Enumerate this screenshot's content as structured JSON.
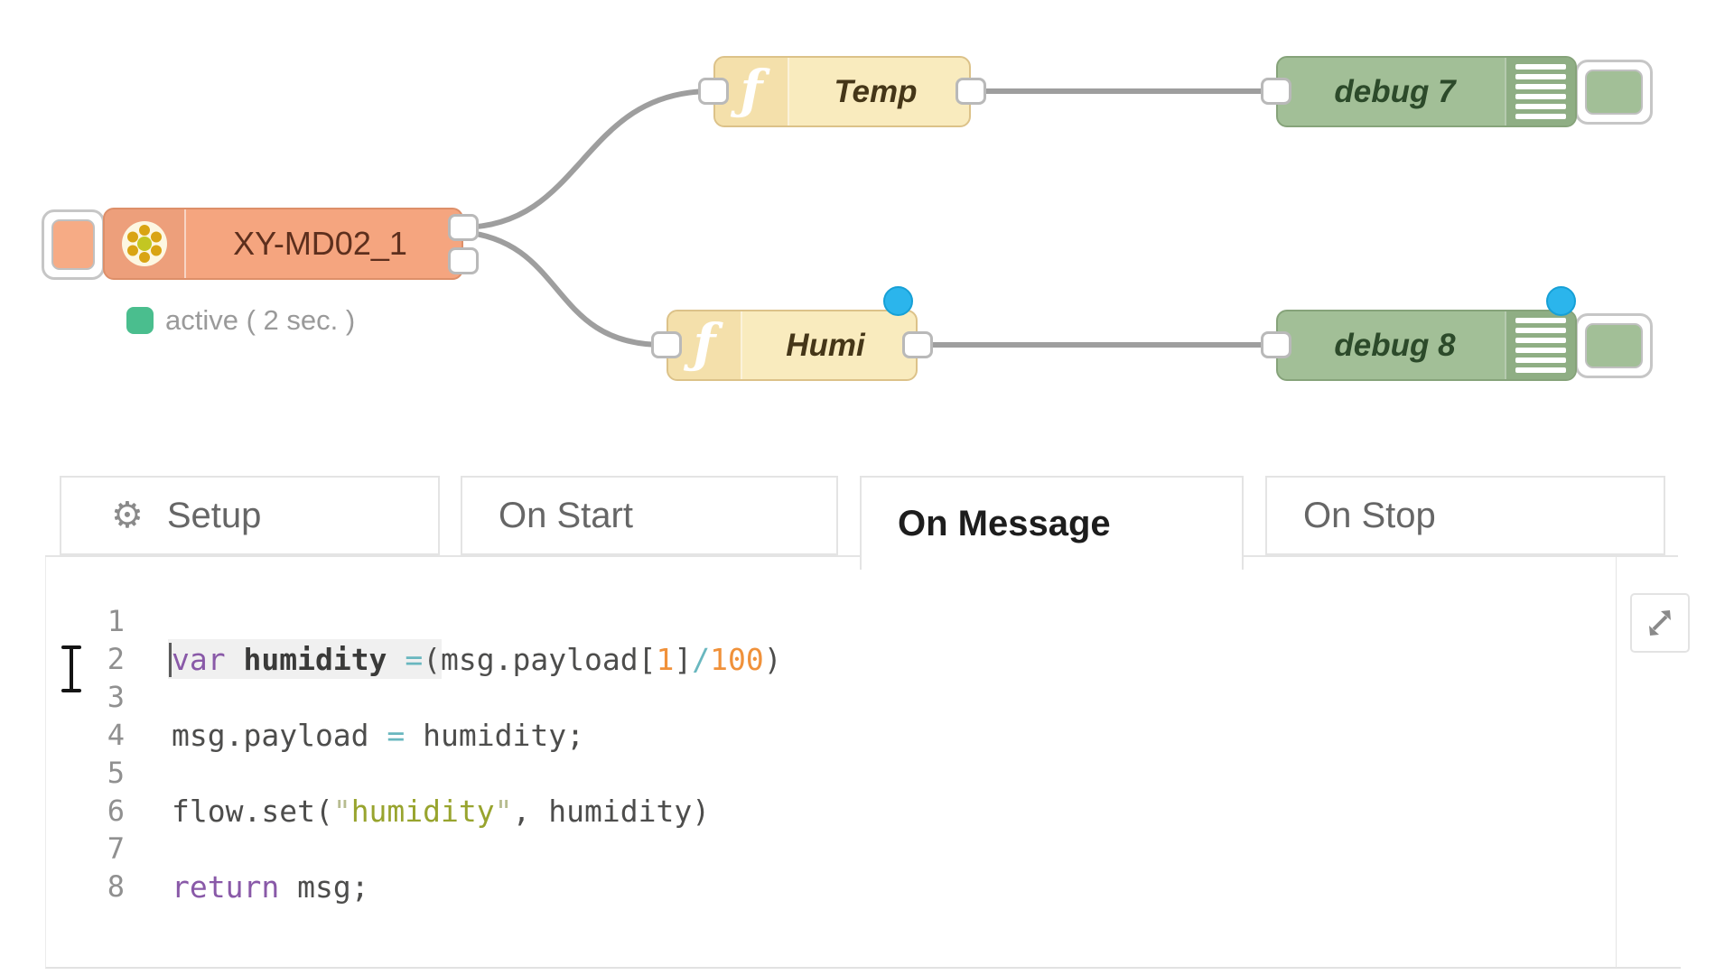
{
  "flow": {
    "device_node": {
      "label": "XY-MD02_1",
      "status": "active ( 2 sec. )"
    },
    "function_icon_glyph": "ƒ",
    "function_nodes": [
      {
        "label": "Temp"
      },
      {
        "label": "Humi"
      }
    ],
    "debug_nodes": [
      {
        "label": "debug 7"
      },
      {
        "label": "debug 8"
      }
    ],
    "colors": {
      "device_node": "#f5a57f",
      "function_node": "#f9ebbe",
      "debug_node": "#a2bf97",
      "wire": "#9e9e9e",
      "status_dot": "#4abe8e",
      "changed_dot": "#2bb5ec"
    }
  },
  "tabs": [
    {
      "label": "Setup",
      "icon": "gear",
      "active": false
    },
    {
      "label": "On Start",
      "active": false
    },
    {
      "label": "On Message",
      "active": true
    },
    {
      "label": "On Stop",
      "active": false
    }
  ],
  "editor": {
    "lines": [
      {
        "number": "1",
        "tokens": []
      },
      {
        "number": "2",
        "current": true,
        "tokens": [
          {
            "t": "keyword",
            "v": "var"
          },
          {
            "t": "plain",
            "v": " "
          },
          {
            "t": "bold",
            "v": "humidity"
          },
          {
            "t": "plain",
            "v": " "
          },
          {
            "t": "operator",
            "v": "="
          },
          {
            "t": "plain",
            "v": "(msg.payload["
          },
          {
            "t": "number",
            "v": "1"
          },
          {
            "t": "plain",
            "v": "]"
          },
          {
            "t": "operator",
            "v": "/"
          },
          {
            "t": "number",
            "v": "100"
          },
          {
            "t": "plain",
            "v": ")"
          }
        ]
      },
      {
        "number": "3",
        "tokens": []
      },
      {
        "number": "4",
        "tokens": [
          {
            "t": "plain",
            "v": "msg.payload "
          },
          {
            "t": "operator",
            "v": "="
          },
          {
            "t": "plain",
            "v": " humidity;"
          }
        ]
      },
      {
        "number": "5",
        "tokens": []
      },
      {
        "number": "6",
        "tokens": [
          {
            "t": "plain",
            "v": "flow.set("
          },
          {
            "t": "string_quote",
            "v": "\""
          },
          {
            "t": "string",
            "v": "humidity"
          },
          {
            "t": "string_quote",
            "v": "\""
          },
          {
            "t": "plain",
            "v": ", humidity)"
          }
        ]
      },
      {
        "number": "7",
        "tokens": []
      },
      {
        "number": "8",
        "tokens": [
          {
            "t": "keyword",
            "v": "return"
          },
          {
            "t": "plain",
            "v": " msg;"
          }
        ]
      }
    ]
  }
}
